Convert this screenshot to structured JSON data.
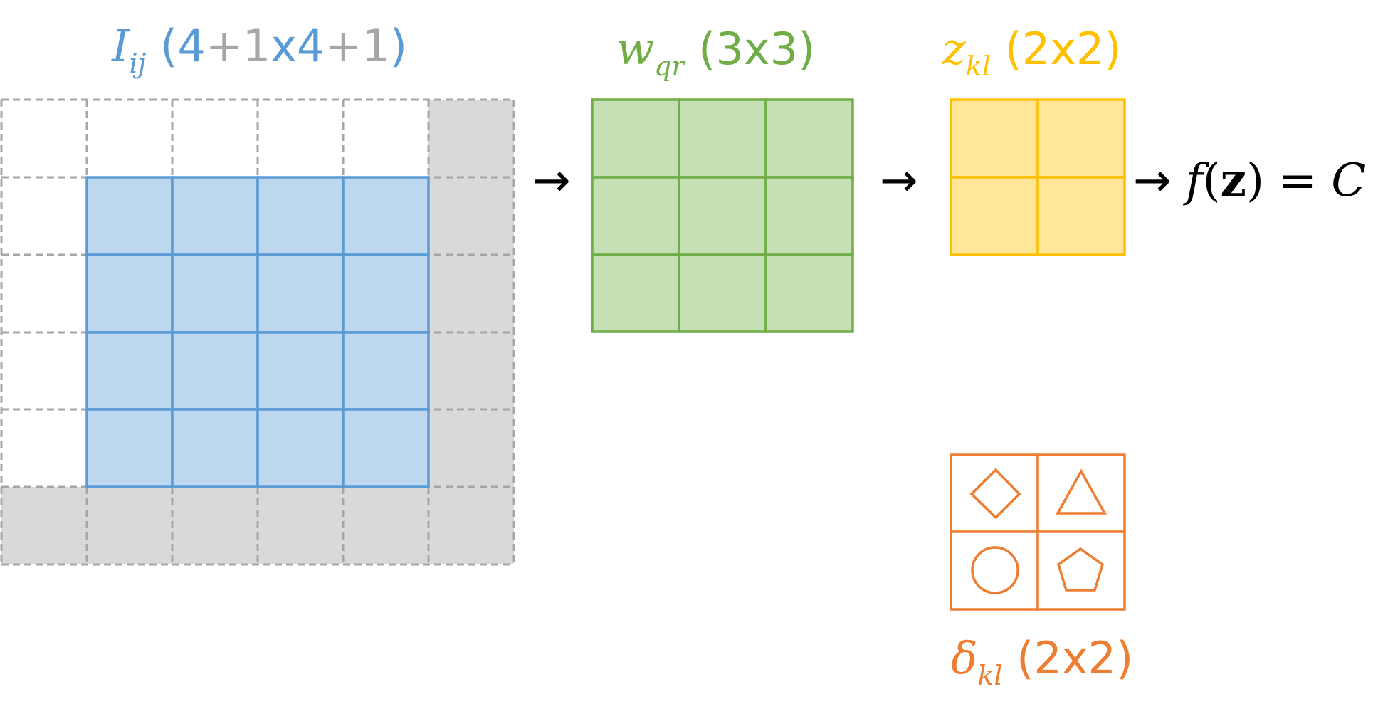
{
  "input": {
    "symbol": "I",
    "subscript": "ij",
    "size_open": "(",
    "size_main1": "4",
    "size_pad1": "+1",
    "size_x": "x",
    "size_main2": "4",
    "size_pad2": "+1",
    "size_close": ")",
    "rows": 6,
    "cols": 6,
    "padding": "bottom-right",
    "colors": {
      "label": "#5b9bd5",
      "padding_label": "#a6a6a6",
      "fill": "#bdd7ee",
      "stroke": "#5b9bd5",
      "pad_fill": "#d9d9d9",
      "pad_stroke": "#a6a6a6"
    }
  },
  "kernel": {
    "symbol": "w",
    "subscript": "qr",
    "size": "(3x3)",
    "rows": 3,
    "cols": 3,
    "colors": {
      "label": "#70ad47",
      "fill": "#c5e0b4",
      "stroke": "#70ad47"
    }
  },
  "output": {
    "symbol": "z",
    "subscript": "kl",
    "size": "(2x2)",
    "rows": 2,
    "cols": 2,
    "colors": {
      "label": "#ffc000",
      "fill": "#ffe699",
      "stroke": "#ffc000"
    }
  },
  "delta": {
    "symbol": "δ",
    "subscript": "kl",
    "size": "(2x2)",
    "shapes": [
      "diamond-icon",
      "triangle-icon",
      "circle-icon",
      "pentagon-icon"
    ],
    "colors": {
      "label": "#ed7d31",
      "stroke": "#ed7d31"
    }
  },
  "arrows": [
    "→",
    "→",
    "→"
  ],
  "equation": {
    "func": "f",
    "open": "(",
    "arg": "z",
    "close": ")",
    "equals": " = ",
    "result": "C"
  }
}
